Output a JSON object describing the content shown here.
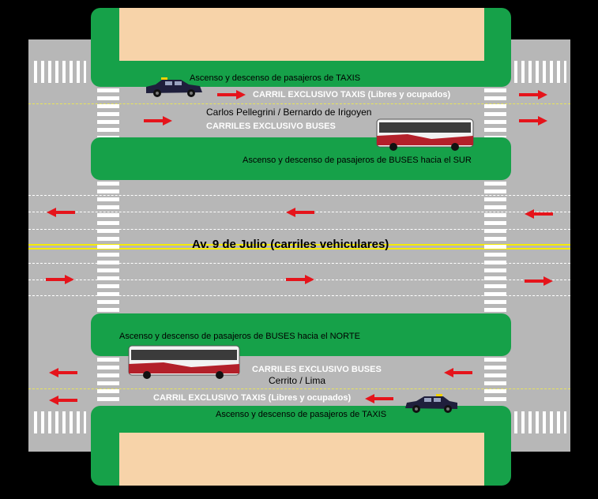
{
  "labels": {
    "top_taxi_stop": "Ascenso y descenso de pasajeros de TAXIS",
    "top_taxi_lane": "CARRIL EXCLUSIVO TAXIS (Libres y ocupados)",
    "top_streets": "Carlos Pellegrini / Bernardo de Irigoyen",
    "top_bus_lanes": "CARRILES EXCLUSIVO BUSES",
    "south_bus_stop": "Ascenso y descenso de pasajeros de BUSES hacia el SUR",
    "avenue": "Av. 9 de Julio (carriles vehiculares)",
    "north_bus_stop": "Ascenso y descenso de pasajeros de BUSES hacia el NORTE",
    "bottom_bus_lanes": "CARRILES EXCLUSIVO BUSES",
    "bottom_streets": "Cerrito / Lima",
    "bottom_taxi_lane": "CARRIL EXCLUSIVO TAXIS (Libres y ocupados)",
    "bottom_taxi_stop": "Ascenso y descenso de pasajeros de TAXIS"
  },
  "colors": {
    "background": "#000000",
    "road": "#b7b7b7",
    "median": "#16a149",
    "sidewalk": "#f7d3a9",
    "arrow": "#e5141b",
    "centerline": "#f5eb00"
  },
  "icons": [
    "taxi-icon",
    "bus-icon",
    "arrow-right-icon",
    "arrow-left-icon",
    "crosswalk"
  ]
}
